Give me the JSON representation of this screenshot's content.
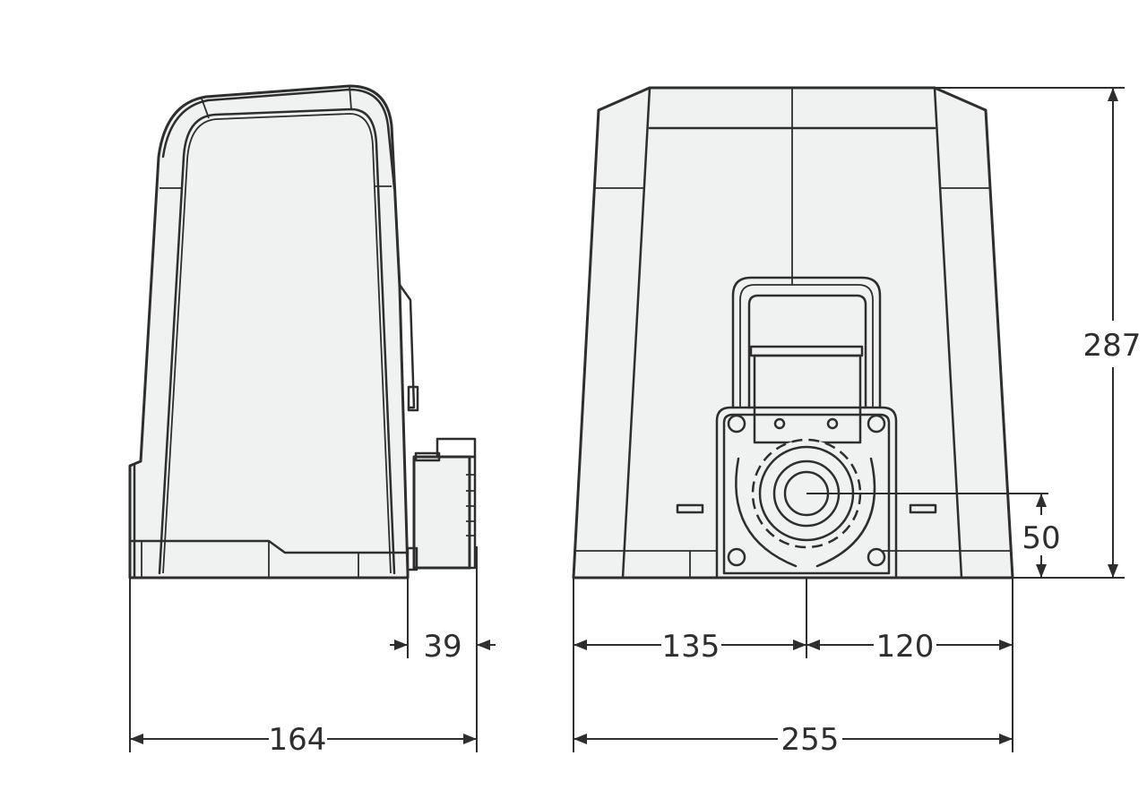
{
  "drawing": {
    "subject": "sliding gate motor operator",
    "views": [
      "side-view",
      "front-view"
    ],
    "units": "mm"
  },
  "dimensions": {
    "side_total_depth": "164",
    "side_motor_protrusion": "39",
    "front_total_width": "255",
    "front_left_to_pinion": "135",
    "front_pinion_to_right": "120",
    "total_height": "287",
    "pinion_height": "50"
  },
  "colors": {
    "line": "#2e2e2e",
    "body_fill": "#f0f1f1",
    "background": "#ffffff"
  }
}
